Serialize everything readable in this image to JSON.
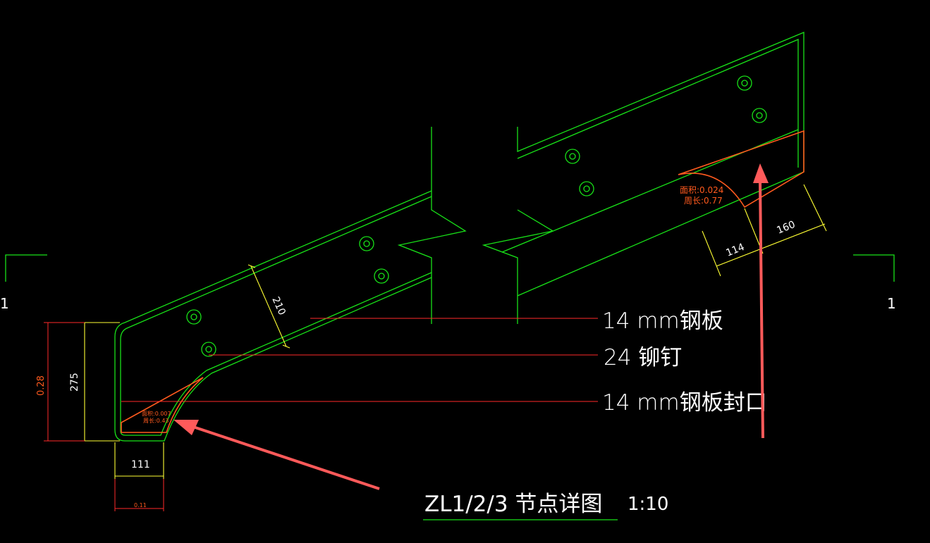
{
  "labels": {
    "plate": "14 mm钢板",
    "rivet": "24 铆钉",
    "seal": "14 mm钢板封口"
  },
  "title": {
    "name": "ZL1/2/3 节点详图",
    "scale": "1:10"
  },
  "section_marks": {
    "left": "1",
    "right": "1"
  },
  "dimensions": {
    "d210": "210",
    "d275": "275",
    "d028": "0.28",
    "d111": "111",
    "d011": "0.11",
    "d114": "114",
    "d160": "160"
  },
  "area_left": {
    "area": "面积:0.007",
    "perimeter": "周长:0.43"
  },
  "area_right": {
    "area": "面积:0.024",
    "perimeter": "周长:0.77"
  },
  "colors": {
    "background": "#000000",
    "outline": "#18e218",
    "dimension": "#ffff33",
    "leader": "#ff2a2a",
    "hatch_region": "#ff5a1e",
    "arrow": "#ff5a5a",
    "text": "#ffffff"
  }
}
